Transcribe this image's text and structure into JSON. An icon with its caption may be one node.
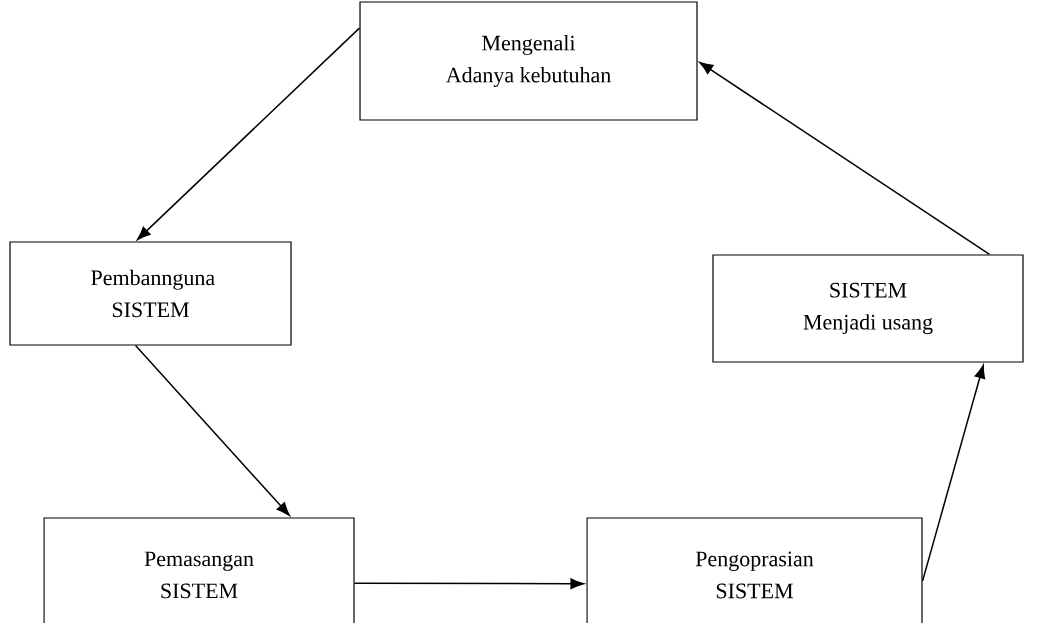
{
  "diagram": {
    "nodes": [
      {
        "text": [
          "Mengenali Adanya kebutuhan"
        ]
      },
      {
        "text": [
          "Pembannguna SISTEM"
        ]
      },
      {
        "text": [
          "SISTEM Menjadi usang"
        ]
      },
      {
        "text": [
          "Pemasangan SISTEM"
        ]
      },
      {
        "text": [
          "Pengoprasian SISTEM"
        ]
      }
    ],
    "edges": [
      {
        "from": 0,
        "to": 1,
        "arrow": "to"
      },
      {
        "from": 1,
        "to": 3,
        "arrow": "to"
      },
      {
        "from": 3,
        "to": 4,
        "arrow": "to"
      },
      {
        "from": 4,
        "to": 2,
        "arrow": "to"
      },
      {
        "from": 2,
        "to": 0,
        "arrow": "to"
      }
    ]
  }
}
